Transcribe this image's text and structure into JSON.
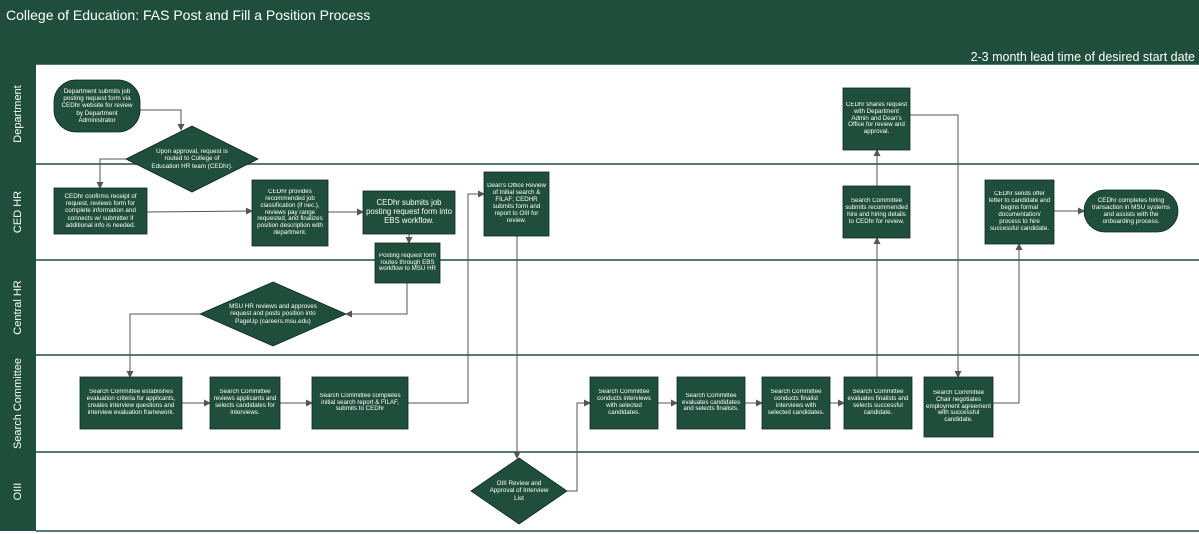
{
  "header": {
    "title": "College of Education: FAS Post and Fill a Position Process",
    "subtitle": "2-3 month lead time of desired start date"
  },
  "colors": {
    "header_bg": "#1f4e3d",
    "lane_label_bg": "#1f4e3d",
    "node_fill": "#1f4e3d",
    "node_stroke": "#0f2a20",
    "connector": "#555555",
    "lane_line": "#1f4e3d"
  },
  "lanes": [
    {
      "id": "department",
      "label": "Department"
    },
    {
      "id": "ced-hr",
      "label": "CED HR"
    },
    {
      "id": "central-hr",
      "label": "Central HR"
    },
    {
      "id": "search-committee",
      "label": "Search Committee"
    },
    {
      "id": "oiii",
      "label": "OIII"
    }
  ],
  "nodes": [
    {
      "id": "dept-submits",
      "shape": "terminator",
      "text": "Department submits job posting request form via CEDhr website for review by Department Administrator"
    },
    {
      "id": "approval-routed",
      "shape": "decision",
      "text": "Upon approval, request is routed to College of Education HR team (CEDhr)."
    },
    {
      "id": "cedhr-confirms",
      "shape": "process",
      "text": "CEDhr confirms receipt of request, reviews form for complete information and connects w/ submitter if additional info is needed."
    },
    {
      "id": "cedhr-provides",
      "shape": "process",
      "text": "CEDhr provides recommended job classification (if nec.), reviews pay range requested, and finalizes position description with department."
    },
    {
      "id": "cedhr-submits-ebs",
      "shape": "process",
      "text": "CEDhr submits job posting request form into EBS workflow."
    },
    {
      "id": "posting-routes",
      "shape": "process",
      "text": "Posting request form routes through EBS workflow to MSU HR"
    },
    {
      "id": "msuhr-reviews",
      "shape": "decision",
      "text": "MSU HR reviews and approves request and posts position into PageUp (careers.msu.edu)"
    },
    {
      "id": "sc-establishes",
      "shape": "process",
      "text": "Search Committee establishes evaluation criteria for applicants, creates interview questions and interview evaluation framework."
    },
    {
      "id": "sc-reviews-applicants",
      "shape": "process",
      "text": "Search Committee reviews applicants and selects candidates for interviews."
    },
    {
      "id": "sc-completes-report",
      "shape": "process",
      "text": "Search Committee completes initial search report & FILAF, submits to CEDhr"
    },
    {
      "id": "deans-review",
      "shape": "process",
      "text": "Dean's Office Review of Initial search & FILAF; CEDHR submits form and report to OIII for review."
    },
    {
      "id": "oiii-review",
      "shape": "decision",
      "text": "OIII Review and Approval of Interview List"
    },
    {
      "id": "sc-interviews",
      "shape": "process",
      "text": "Search Committee conducts interviews with selected candidates."
    },
    {
      "id": "sc-evaluates",
      "shape": "process",
      "text": "Search Committee evaluates candidates and selects finalists."
    },
    {
      "id": "sc-finalist",
      "shape": "process",
      "text": "Search Committee conducts finalist interviews with selected candidates."
    },
    {
      "id": "sc-evaluates-finalists",
      "shape": "process",
      "text": "Search Committee evaluates finalists and selects successful candidate."
    },
    {
      "id": "sc-submits-hire",
      "shape": "process",
      "text": "Search Committee submits recommended hire and hiring details to CEDhr for review."
    },
    {
      "id": "cedhr-shares",
      "shape": "process",
      "text": "CEDhr shares request with Department Admin and Dean's Office for review and approval."
    },
    {
      "id": "sc-chair-negotiates",
      "shape": "process",
      "text": "Search Committee Chair negotiates employment agreement with successful candidate."
    },
    {
      "id": "cedhr-offer",
      "shape": "process",
      "text": "CEDhr sends offer letter to candidate and begins formal documentation/ process to hire successful candidate."
    },
    {
      "id": "cedhr-completes",
      "shape": "terminator",
      "text": "CEDhr completes hiring transaction in MSU systems and assists with the onboarding process."
    }
  ]
}
